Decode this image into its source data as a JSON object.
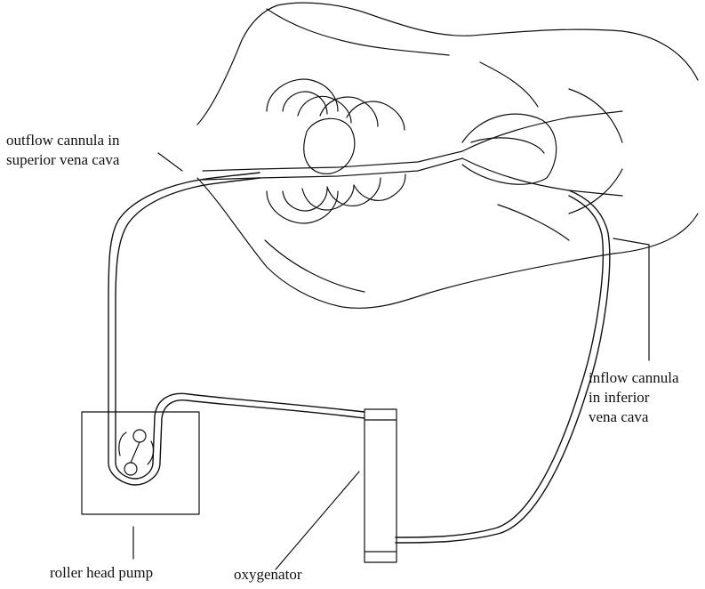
{
  "labels": {
    "outflow_line1": "outflow cannula in",
    "outflow_line2": "superior vena cava",
    "inflow_line1": "inflow cannula",
    "inflow_line2": "in inferior",
    "inflow_line3": "vena cava",
    "pump": "roller head pump",
    "oxygenator": "oxygenator"
  },
  "colors": {
    "ink": "#111111",
    "background": "#ffffff"
  }
}
